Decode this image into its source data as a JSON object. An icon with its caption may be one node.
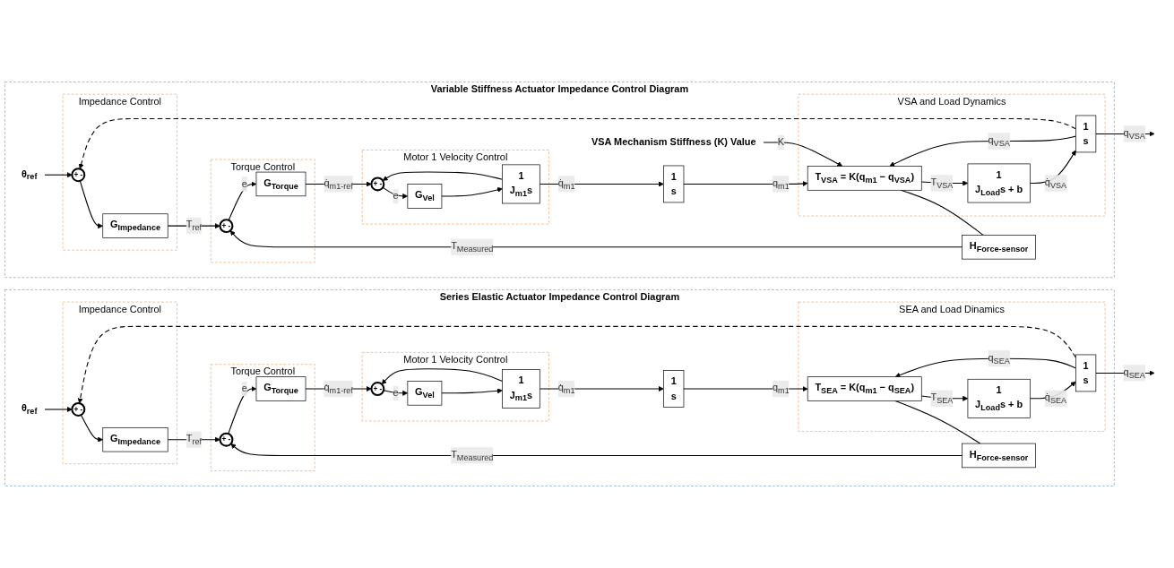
{
  "diagram": {
    "nodes": [
      {
        "text": [
          "Variable Stiffness Actuator Impedance Control Diagram"
        ]
      },
      {
        "text": [
          "Impedance Control"
        ],
        "in": 0
      },
      {
        "text": [
          "θ$_{ref}$"
        ],
        "in": 0
      },
      {
        "text": [
          "+",
          "-"
        ],
        "in": 1
      },
      {
        "text": [
          "G$_{Impedance}$"
        ],
        "in": 1
      },
      {
        "text": [
          "Torque Control"
        ],
        "in": 0
      },
      {
        "text": [
          "+",
          "-"
        ],
        "in": 5
      },
      {
        "text": [
          "G$_{Torque}$"
        ],
        "in": 5
      },
      {
        "text": [
          "Motor 1 Velocity Control"
        ],
        "in": 0
      },
      {
        "text": [
          "+",
          "-"
        ],
        "in": 8
      },
      {
        "text": [
          "G$_{Vel}$"
        ],
        "in": 8
      },
      {
        "text": [
          "1",
          "J$_{m1}$s"
        ],
        "in": 8
      },
      {
        "text": [
          "1",
          "s"
        ],
        "in": 0
      },
      {
        "text": [
          "VSA Mechanism Stiffness (K) Value"
        ],
        "in": 0
      },
      {
        "text": [
          "VSA and Load Dynamics"
        ],
        "in": 0
      },
      {
        "text": [
          "T$_{VSA}$ = K(q$_{m1}$ − q$_{VSA}$)"
        ],
        "in": 14
      },
      {
        "text": [
          "1",
          "J$_{Load}$s + b"
        ],
        "in": 14
      },
      {
        "text": [
          "1",
          "s"
        ],
        "in": 14
      },
      {
        "text": [
          "H$_{Force-sensor}$"
        ],
        "in": 0
      },
      {
        "text": [
          "Series Elastic Actuator Impedance Control Diagram"
        ]
      },
      {
        "text": [
          "Impedance Control"
        ],
        "in": 19
      },
      {
        "text": [
          "θ$_{ref}$"
        ],
        "in": 19
      },
      {
        "text": [
          "+",
          "-"
        ],
        "in": 20
      },
      {
        "text": [
          "G$_{Impedance}$"
        ],
        "in": 20
      },
      {
        "text": [
          "Torque Control"
        ],
        "in": 19
      },
      {
        "text": [
          "+",
          "-"
        ],
        "in": 24
      },
      {
        "text": [
          "G$_{Torque}$"
        ],
        "in": 24
      },
      {
        "text": [
          "Motor 1 Velocity Control"
        ],
        "in": 19
      },
      {
        "text": [
          "+",
          "-"
        ],
        "in": 27
      },
      {
        "text": [
          "G$_{Vel}$"
        ],
        "in": 27
      },
      {
        "text": [
          "1",
          "J$_{m1}$s"
        ],
        "in": 27
      },
      {
        "text": [
          "1",
          "s"
        ],
        "in": 19
      },
      {
        "text": [
          "SEA and Load Dinamics"
        ],
        "in": 19
      },
      {
        "text": [
          "T$_{SEA}$ = K(q$_{m1}$ − q$_{SEA}$)"
        ],
        "in": 32
      },
      {
        "text": [
          "1",
          "J$_{Load}$s + b"
        ],
        "in": 32
      },
      {
        "text": [
          "1",
          "s"
        ],
        "in": 32
      },
      {
        "text": [
          "H$_{Force-sensor}$"
        ],
        "in": 19
      }
    ],
    "edges": [
      {
        "from": 2,
        "to": 3,
        "arrow": "to"
      },
      {
        "from": 3,
        "to": 4,
        "arrow": "to"
      },
      {
        "from": 4,
        "to": 6,
        "arrow": "to",
        "label": "T$_{ref}$"
      },
      {
        "from": 6,
        "to": 7,
        "arrow": "to",
        "label": "e"
      },
      {
        "from": 7,
        "to": 9,
        "arrow": "to",
        "label": "q̇$_{m1-ref}$"
      },
      {
        "from": 9,
        "to": 10,
        "arrow": "to",
        "label": "e"
      },
      {
        "from": 10,
        "to": 11,
        "arrow": "to"
      },
      {
        "from": 11,
        "to": 12,
        "arrow": "to",
        "label": "q̇$_{m1}$"
      },
      {
        "from": 11,
        "to": 9,
        "arrow": "to"
      },
      {
        "from": 12,
        "to": 15,
        "arrow": "to",
        "label": "q$_{m1}$"
      },
      {
        "from": 13,
        "to": 15,
        "arrow": "to",
        "label": "K"
      },
      {
        "from": 15,
        "to": 16,
        "arrow": "to",
        "label": "T$_{VSA}$"
      },
      {
        "from": 15,
        "to": 18,
        "arrow": "none"
      },
      {
        "from": 16,
        "to": 17,
        "arrow": "to",
        "label": "q̇$_{VSA}$"
      },
      {
        "from": 17,
        "to": null,
        "arrow": "to",
        "label": "q$_{VSA}$"
      },
      {
        "from": 17,
        "to": 15,
        "arrow": "to",
        "label": "q$_{VSA}$"
      },
      {
        "from": 17,
        "to": 3,
        "arrow": "to",
        "style": "dashed"
      },
      {
        "from": 18,
        "to": 6,
        "arrow": "to",
        "label": "T$_{Measured}$"
      },
      {
        "from": 21,
        "to": 22,
        "arrow": "to"
      },
      {
        "from": 22,
        "to": 23,
        "arrow": "to"
      },
      {
        "from": 23,
        "to": 25,
        "arrow": "to",
        "label": "T$_{ref}$"
      },
      {
        "from": 25,
        "to": 26,
        "arrow": "to",
        "label": "e"
      },
      {
        "from": 26,
        "to": 28,
        "arrow": "to",
        "label": "q̇$_{m1-ref}$"
      },
      {
        "from": 28,
        "to": 29,
        "arrow": "to",
        "label": "e"
      },
      {
        "from": 29,
        "to": 30,
        "arrow": "to"
      },
      {
        "from": 30,
        "to": 31,
        "arrow": "to",
        "label": "q̇$_{m1}$"
      },
      {
        "from": 30,
        "to": 28,
        "arrow": "to"
      },
      {
        "from": 31,
        "to": 33,
        "arrow": "to",
        "label": "q$_{m1}$"
      },
      {
        "from": 33,
        "to": 34,
        "arrow": "to",
        "label": "T$_{SEA}$"
      },
      {
        "from": 33,
        "to": 36,
        "arrow": "none"
      },
      {
        "from": 34,
        "to": 35,
        "arrow": "to",
        "label": "q̇$_{SEA}$"
      },
      {
        "from": 35,
        "to": null,
        "arrow": "to",
        "label": "q$_{SEA}$"
      },
      {
        "from": 35,
        "to": 33,
        "arrow": "to",
        "label": "q$_{SEA}$"
      },
      {
        "from": 35,
        "to": 22,
        "arrow": "to",
        "style": "dashed"
      },
      {
        "from": 36,
        "to": 25,
        "arrow": "to",
        "label": "T$_{Measured}$"
      }
    ]
  }
}
